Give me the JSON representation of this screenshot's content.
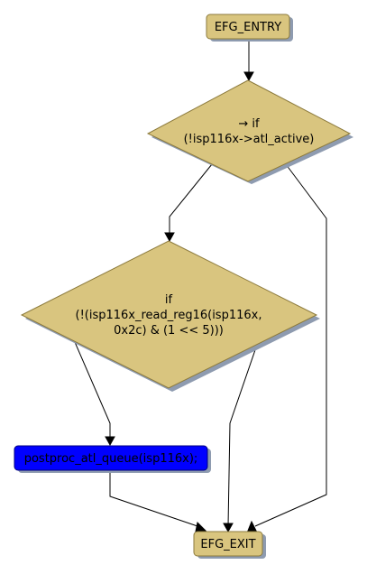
{
  "diagram": {
    "colors": {
      "node_fill": "#d9c57f",
      "node_stroke": "#8c7a3c",
      "shadow": "#8e9bb0",
      "highlight_fill": "#0000ff",
      "highlight_stroke": "#000080",
      "edge": "#000000"
    },
    "nodes": {
      "entry": {
        "label": "EFG_ENTRY"
      },
      "cond1": {
        "line1": "→ if",
        "line2": "(!isp116x->atl_active)"
      },
      "cond2": {
        "line1": "if",
        "line2": "(!(isp116x_read_reg16(isp116x,",
        "line3": "0x2c) & (1 << 5)))"
      },
      "call": {
        "label": "postproc_atl_queue(isp116x);"
      },
      "exit": {
        "label": "EFG_EXIT"
      }
    }
  }
}
